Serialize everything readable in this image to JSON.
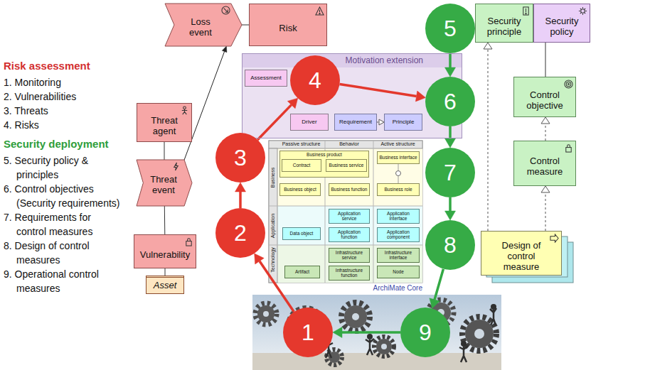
{
  "diagram": {
    "nodes": [
      {
        "text": [
          "Threat agent"
        ]
      },
      {
        "text": [
          "Threat event"
        ]
      },
      {
        "text": [
          "Vulnerability"
        ]
      },
      {
        "text": [
          "Asset"
        ]
      },
      {
        "text": [
          "Loss event"
        ]
      },
      {
        "text": [
          "Risk"
        ]
      },
      {
        "text": [
          "Motivation extension"
        ]
      },
      {
        "text": [
          "Assessment"
        ],
        "in": 6
      },
      {
        "text": [
          "Driver"
        ],
        "in": 6
      },
      {
        "text": [
          "Requirement"
        ],
        "in": 6
      },
      {
        "text": [
          "Principle"
        ],
        "in": 6
      },
      {
        "text": [
          "Business product"
        ]
      },
      {
        "text": [
          "Contract"
        ],
        "in": 11
      },
      {
        "text": [
          "Business service"
        ],
        "in": 11
      },
      {
        "text": [
          "Business interface"
        ]
      },
      {
        "text": [
          "Business object"
        ]
      },
      {
        "text": [
          "Business function"
        ]
      },
      {
        "text": [
          "Business role"
        ]
      },
      {
        "text": [
          "Application service"
        ]
      },
      {
        "text": [
          "Application interface"
        ]
      },
      {
        "text": [
          "Data object"
        ]
      },
      {
        "text": [
          "Application function"
        ]
      },
      {
        "text": [
          "Application component"
        ]
      },
      {
        "text": [
          "Infrastructure service"
        ]
      },
      {
        "text": [
          "Infrastructure interface"
        ]
      },
      {
        "text": [
          "Artifact"
        ]
      },
      {
        "text": [
          "Infrastructure function"
        ]
      },
      {
        "text": [
          "Node"
        ]
      },
      {
        "text": [
          "Security principle"
        ]
      },
      {
        "text": [
          "Security policy"
        ]
      },
      {
        "text": [
          "Control objective"
        ]
      },
      {
        "text": [
          "Control measure"
        ]
      },
      {
        "text": [
          "Design of control measure"
        ]
      },
      {
        "text": [
          "1"
        ]
      },
      {
        "text": [
          "2"
        ]
      },
      {
        "text": [
          "3"
        ]
      },
      {
        "text": [
          "4"
        ]
      },
      {
        "text": [
          "5"
        ]
      },
      {
        "text": [
          "6"
        ]
      },
      {
        "text": [
          "7"
        ]
      },
      {
        "text": [
          "8"
        ]
      },
      {
        "text": [
          "9"
        ]
      }
    ],
    "edges": [
      {
        "from": 0,
        "to": 1,
        "arrow": "none"
      },
      {
        "from": 1,
        "to": 2,
        "arrow": "none"
      },
      {
        "from": 2,
        "to": 3,
        "arrow": "none"
      },
      {
        "from": 1,
        "to": 4,
        "arrow": "to"
      },
      {
        "from": 4,
        "to": 5,
        "arrow": "none"
      },
      {
        "from": 9,
        "to": 10,
        "arrow": "to"
      },
      {
        "from": 32,
        "to": 28,
        "arrow": "to"
      },
      {
        "from": 29,
        "to": 30,
        "arrow": "none"
      },
      {
        "from": 31,
        "to": 30,
        "arrow": "to"
      },
      {
        "from": 32,
        "to": 31,
        "arrow": "to"
      },
      {
        "from": 33,
        "to": 34,
        "arrow": "to"
      },
      {
        "from": 34,
        "to": 35,
        "arrow": "to"
      },
      {
        "from": 35,
        "to": 36,
        "arrow": "to"
      },
      {
        "from": 36,
        "to": 38,
        "arrow": "to"
      },
      {
        "from": 37,
        "to": 38,
        "arrow": "to"
      },
      {
        "from": 38,
        "to": 39,
        "arrow": "to"
      },
      {
        "from": 39,
        "to": 40,
        "arrow": "to"
      },
      {
        "from": 40,
        "to": 41,
        "arrow": "to"
      },
      {
        "from": 41,
        "to": 33,
        "arrow": "to"
      }
    ],
    "labels": [
      "Risk assessment",
      "1. Monitoring",
      "2. Vulnerabilities",
      "3. Threats",
      "4. Risks",
      "Security deployment",
      "5. Security policy & principles",
      "6. Control objectives (Security requirements)",
      "7. Requirements for control measures",
      "8. Design of control measures",
      "9. Operational control measures",
      "Passive structure",
      "Behavior",
      "Active structure",
      "Business",
      "Application",
      "Technology",
      "ArchiMate Core"
    ]
  }
}
